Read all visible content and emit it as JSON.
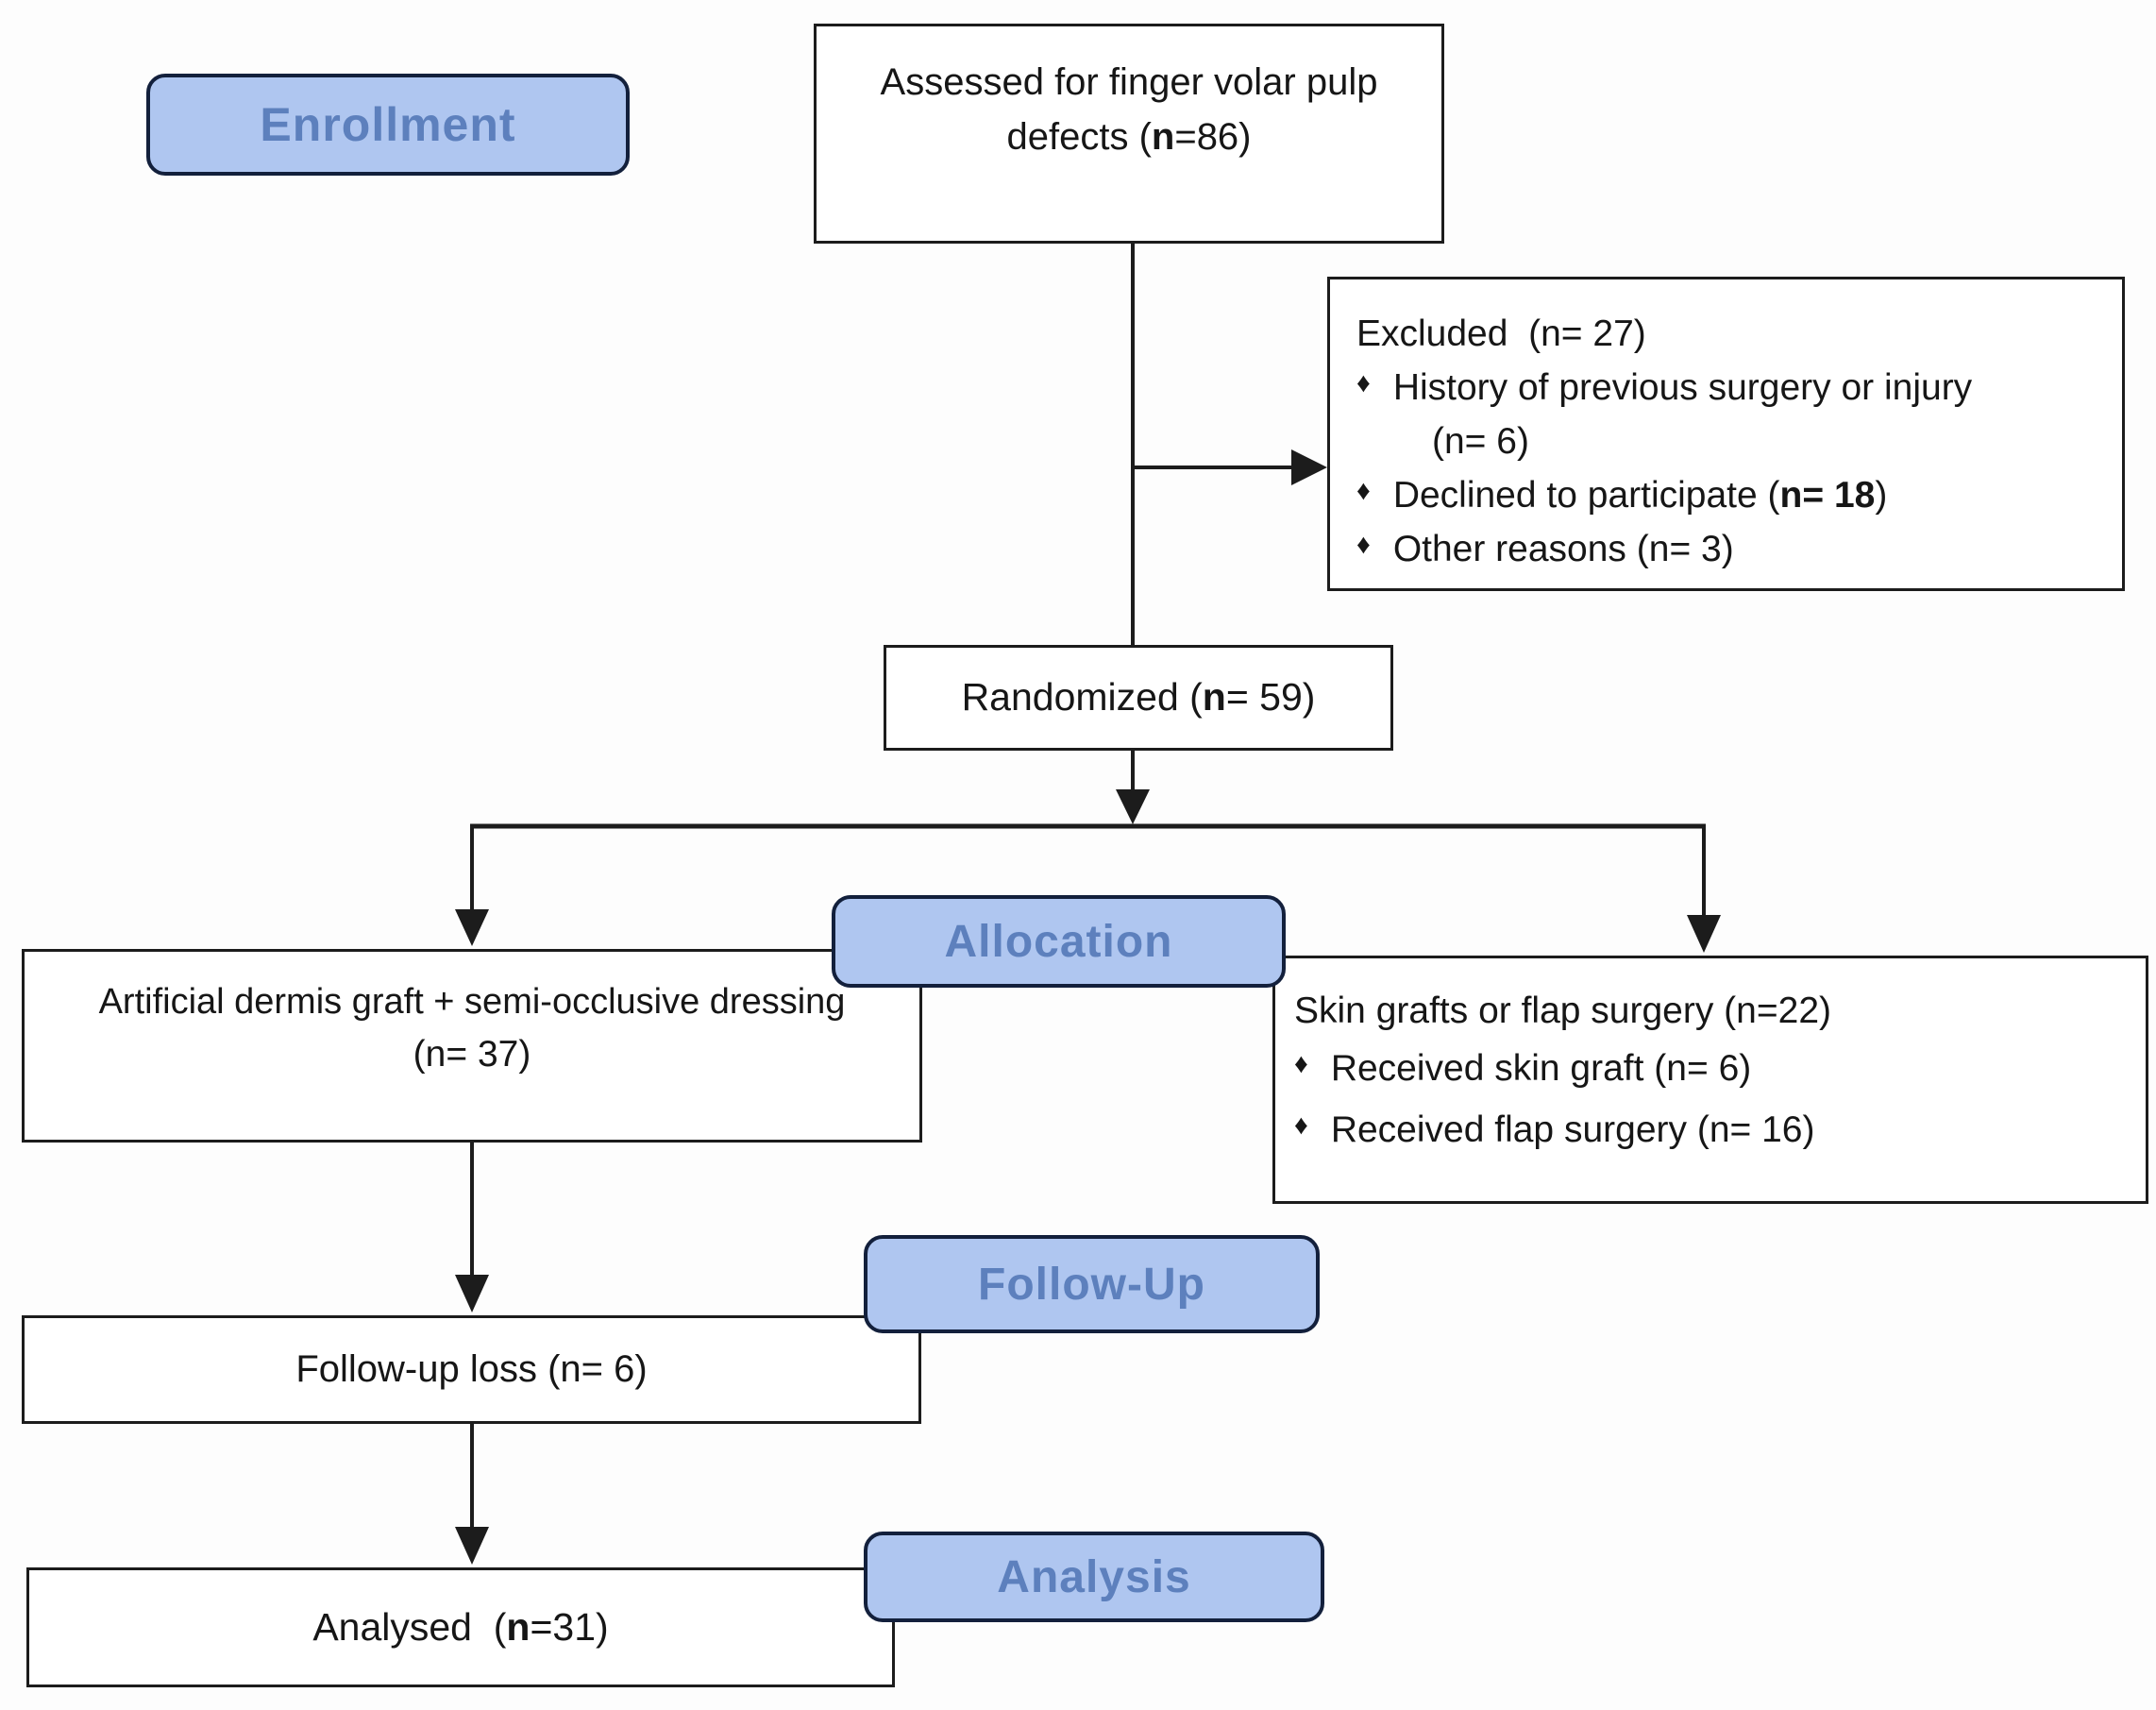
{
  "colors": {
    "background": "#fdfdfd",
    "box_fill": "#ffffff",
    "box_border": "#1c1c1c",
    "label_fill": "#afc6f0",
    "label_border": "#13203c",
    "label_text": "#5d80bd",
    "body_text": "#161616",
    "connector": "#1c1c1c"
  },
  "bullet_glyph": "♦",
  "stage_labels": {
    "enrollment": "Enrollment",
    "allocation": "Allocation",
    "followup": "Follow-Up",
    "analysis": "Analysis"
  },
  "boxes": {
    "assessed": {
      "line1": "Assessed for finger volar pulp",
      "line2_pre": "defects (",
      "line2_n": "n",
      "line2_post": "=86)"
    },
    "excluded": {
      "title": "Excluded  (n= 27)",
      "bullet1_line1": "History of previous surgery or injury",
      "bullet1_line2": "(n= 6)",
      "bullet2_pre": "Declined to participate (",
      "bullet2_n": "n= 18",
      "bullet2_post": ")",
      "bullet3": "Other reasons (n= 3)"
    },
    "randomized": {
      "pre": "Randomized (",
      "n": "n",
      "post": "= 59)"
    },
    "allocation_left": {
      "line1": "Artificial dermis graft + semi-occlusive dressing",
      "line2": "(n= 37)"
    },
    "allocation_right": {
      "title": "Skin grafts or flap surgery (n=22)",
      "bullet1": "Received skin graft (n= 6)",
      "bullet2": "Received flap surgery (n= 16)"
    },
    "followup_loss": {
      "text": "Follow-up loss (n= 6)"
    },
    "analysed": {
      "pre": "Analysed  (",
      "n": "n",
      "post": "=31)"
    }
  },
  "counts": {
    "assessed": 86,
    "excluded_total": 27,
    "excluded_history_surgery_injury": 6,
    "excluded_declined": 18,
    "excluded_other": 3,
    "randomized": 59,
    "artificial_dermis_group": 37,
    "skin_graft_or_flap_group": 22,
    "received_skin_graft": 6,
    "received_flap_surgery": 16,
    "followup_loss": 6,
    "analysed": 31
  }
}
